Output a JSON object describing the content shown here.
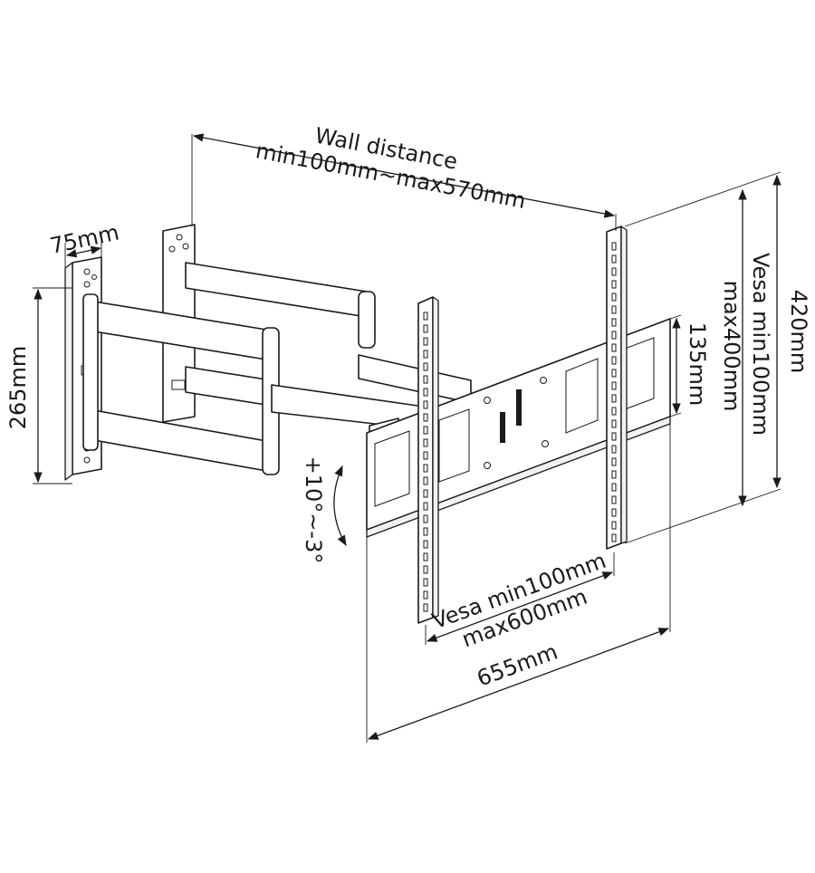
{
  "diagram": {
    "labels": {
      "wall_distance_title": "Wall distance",
      "wall_distance_range": "min100mm~max570mm",
      "plate_width": "75mm",
      "plate_height": "265mm",
      "tilt": "+10°~-3°",
      "vesa_h_min": "Vesa min100mm",
      "vesa_h_max": "max600mm",
      "bracket_width": "655mm",
      "bracket_height": "420mm",
      "vesa_v_min": "Vesa min100mm",
      "vesa_v_max": "max400mm",
      "rail_height": "135mm"
    },
    "colors": {
      "line": "#1a1a1a",
      "background": "#ffffff",
      "fill": "#f2f2f2"
    }
  }
}
